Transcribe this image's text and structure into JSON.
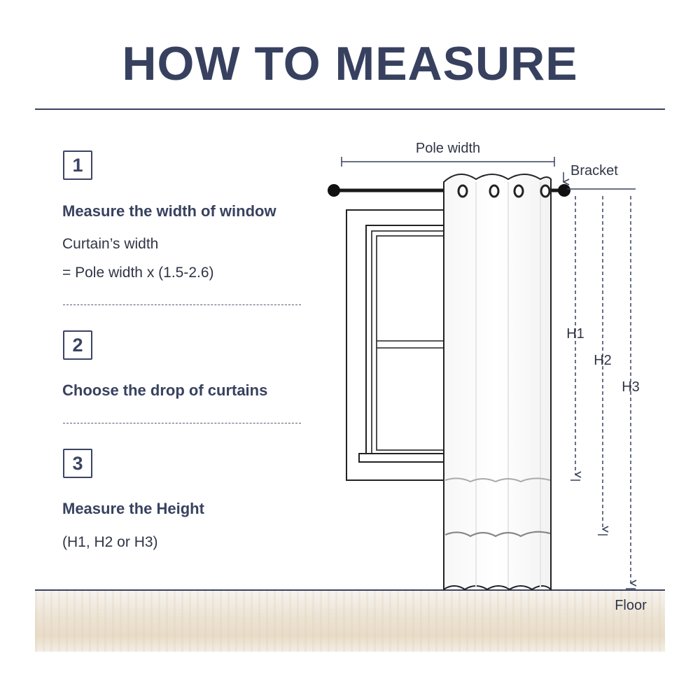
{
  "title": "HOW TO MEASURE",
  "steps": [
    {
      "number": "1",
      "heading": "Measure the width of window",
      "lines": [
        "Curtain’s width",
        "= Pole width x (1.5-2.6)"
      ]
    },
    {
      "number": "2",
      "heading": "Choose the drop of curtains",
      "lines": []
    },
    {
      "number": "3",
      "heading": "Measure the Height",
      "lines": [
        "(H1, H2 or H3)"
      ]
    }
  ],
  "diagram": {
    "pole_width_label": "Pole width",
    "bracket_label": "Bracket",
    "h1_label": "H1",
    "h2_label": "H2",
    "h3_label": "H3",
    "floor_label": "Floor"
  },
  "colors": {
    "navy": "#37415f",
    "text": "#2f3545",
    "rod": "#1a1a1a"
  }
}
